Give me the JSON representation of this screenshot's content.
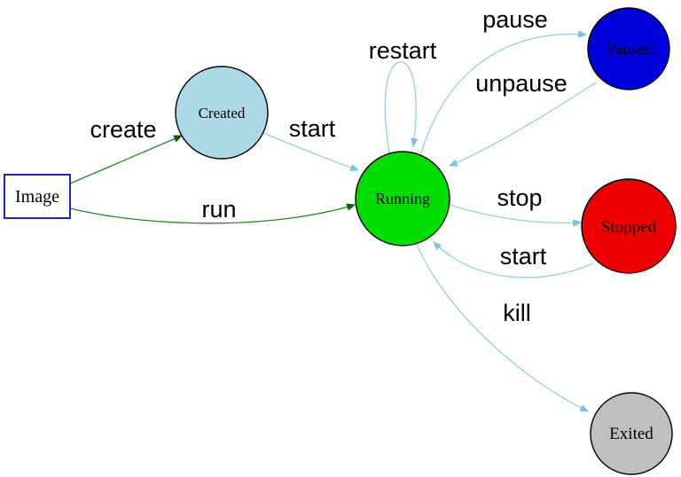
{
  "diagram": {
    "type": "state-diagram",
    "subject": "container-lifecycle",
    "background": "#ffffff",
    "colors": {
      "edge_blue": "#8fcfee",
      "edge_blue_head": "#74c4e8",
      "edge_green": "#1f8b1f",
      "edge_green_head": "#0a5f0a",
      "node_border": "#000000",
      "text": "#000000"
    },
    "nodes": [
      {
        "id": "image",
        "label": "Image",
        "shape": "rectangle",
        "fill": "#ffffff",
        "border": "#2222cc"
      },
      {
        "id": "created",
        "label": "Created",
        "shape": "circle",
        "fill": "#add8e6",
        "border": "#000000"
      },
      {
        "id": "running",
        "label": "Running",
        "shape": "circle",
        "fill": "#00dd00",
        "border": "#000000"
      },
      {
        "id": "paused",
        "label": "Paused",
        "shape": "circle",
        "fill": "#0000dd",
        "border": "#000000"
      },
      {
        "id": "stopped",
        "label": "Stopped",
        "shape": "circle",
        "fill": "#ee0000",
        "border": "#000000"
      },
      {
        "id": "exited",
        "label": "Exited",
        "shape": "circle",
        "fill": "#c0c0c0",
        "border": "#000000"
      }
    ],
    "edges": [
      {
        "from": "image",
        "to": "created",
        "label": "create",
        "color_key": "edge_green"
      },
      {
        "from": "created",
        "to": "running",
        "label": "start",
        "color_key": "edge_blue"
      },
      {
        "from": "image",
        "to": "running",
        "label": "run",
        "color_key": "edge_green"
      },
      {
        "from": "running",
        "to": "running",
        "label": "restart",
        "color_key": "edge_blue"
      },
      {
        "from": "running",
        "to": "paused",
        "label": "pause",
        "color_key": "edge_blue"
      },
      {
        "from": "paused",
        "to": "running",
        "label": "unpause",
        "color_key": "edge_blue"
      },
      {
        "from": "running",
        "to": "stopped",
        "label": "stop",
        "color_key": "edge_blue"
      },
      {
        "from": "stopped",
        "to": "running",
        "label": "start",
        "color_key": "edge_blue"
      },
      {
        "from": "running",
        "to": "exited",
        "label": "kill",
        "color_key": "edge_blue"
      }
    ]
  }
}
